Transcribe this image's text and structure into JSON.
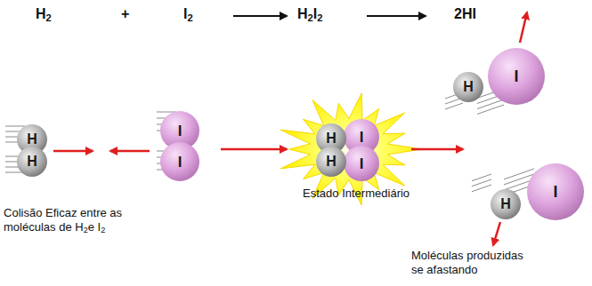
{
  "diagram": {
    "nodes": [
      {
        "text": [
          "H"
        ]
      },
      {
        "text": [
          "H"
        ]
      },
      {
        "text": [
          "I"
        ]
      },
      {
        "text": [
          "I"
        ]
      },
      {
        "text": [
          "H"
        ]
      },
      {
        "text": [
          "I"
        ]
      },
      {
        "text": [
          "H"
        ]
      },
      {
        "text": [
          "I"
        ]
      },
      {
        "text": [
          "H"
        ]
      },
      {
        "text": [
          "I"
        ]
      },
      {
        "text": [
          "H"
        ]
      },
      {
        "text": [
          "I"
        ]
      }
    ],
    "labels": [
      "H2",
      "+",
      "I2",
      "H2I2",
      "2HI",
      "Colisão Eficaz entre as moléculas de H2e I2",
      "Estado Intermediário",
      "Moléculas produzidas se afastando"
    ]
  }
}
